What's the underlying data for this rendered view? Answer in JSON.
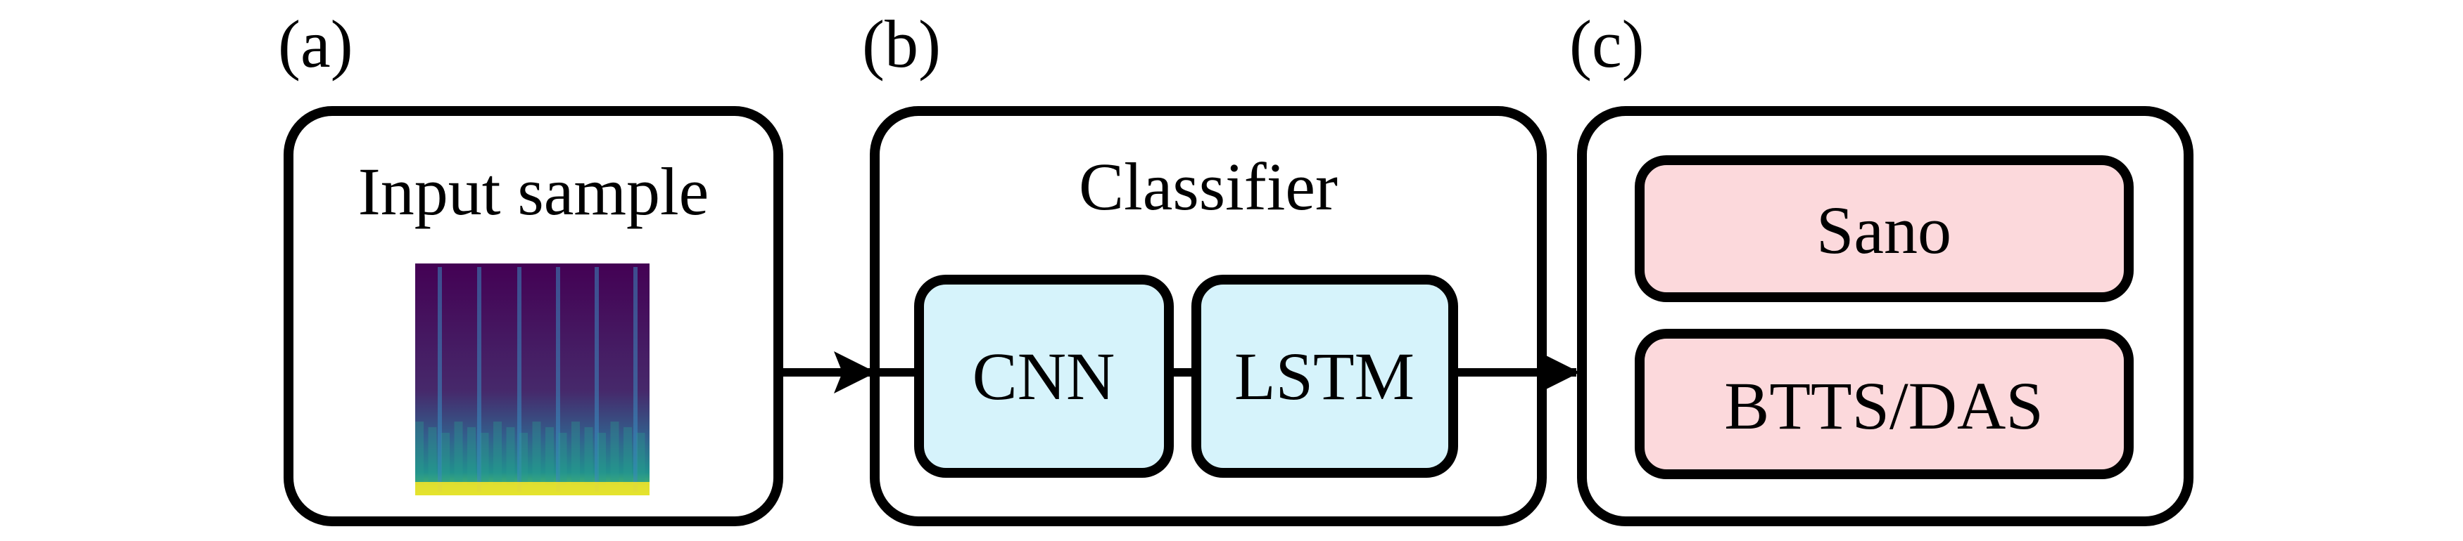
{
  "panels": {
    "a": {
      "label": "(a)",
      "title": "Input sample"
    },
    "b": {
      "label": "(b)",
      "title": "Classifier",
      "modules": {
        "cnn": "CNN",
        "lstm": "LSTM"
      }
    },
    "c": {
      "label": "(c)",
      "outputs": {
        "sano": "Sano",
        "btts": "BTTS/DAS"
      }
    }
  },
  "colors": {
    "module_fill": "#d6f3fb",
    "output_fill": "#fcd9dc",
    "stroke": "#000000",
    "background": "#ffffff"
  },
  "spectrogram": {
    "colormap": "viridis"
  }
}
